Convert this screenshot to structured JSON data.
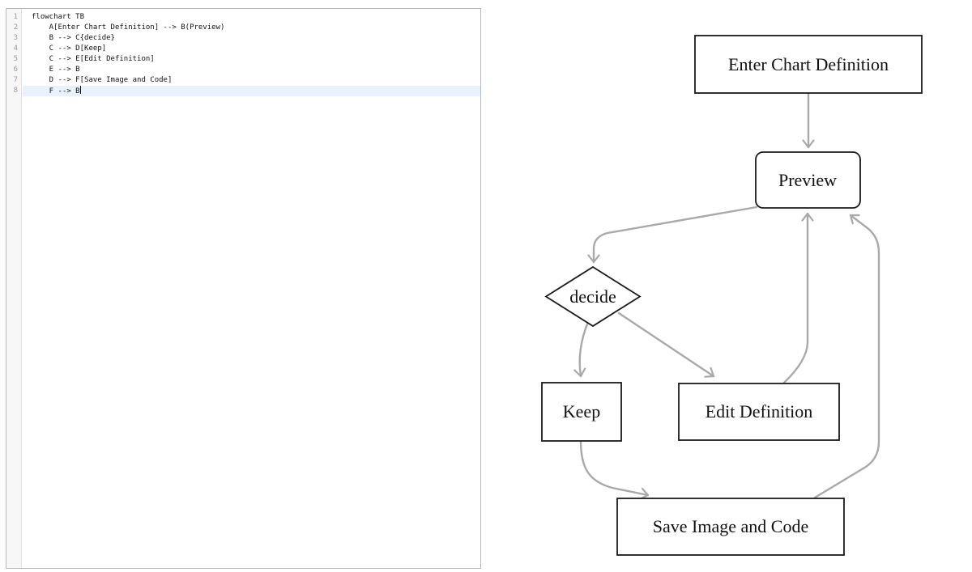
{
  "editor": {
    "lines": [
      {
        "number": 1,
        "code": "flowchart TB"
      },
      {
        "number": 2,
        "code": "    A[Enter Chart Definition] --> B(Preview)"
      },
      {
        "number": 3,
        "code": "    B --> C{decide}"
      },
      {
        "number": 4,
        "code": "    C --> D[Keep]"
      },
      {
        "number": 5,
        "code": "    C --> E[Edit Definition]"
      },
      {
        "number": 6,
        "code": "    E --> B"
      },
      {
        "number": 7,
        "code": "    D --> F[Save Image and Code]"
      },
      {
        "number": 8,
        "code": "    F --> B"
      }
    ],
    "active_line": 8,
    "colors": {
      "active_line_bg": "#e8f2fc",
      "gutter_bg": "#f7f7f7",
      "line_number": "#9b9b9b"
    }
  },
  "diagram": {
    "nodes": [
      {
        "id": "A",
        "label": "Enter Chart Definition",
        "shape": "rect"
      },
      {
        "id": "B",
        "label": "Preview",
        "shape": "rounded-rect"
      },
      {
        "id": "C",
        "label": "decide",
        "shape": "diamond"
      },
      {
        "id": "D",
        "label": "Keep",
        "shape": "rect"
      },
      {
        "id": "E",
        "label": "Edit Definition",
        "shape": "rect"
      },
      {
        "id": "F",
        "label": "Save Image and Code",
        "shape": "rect"
      }
    ],
    "edges": [
      {
        "from": "A",
        "to": "B"
      },
      {
        "from": "B",
        "to": "C"
      },
      {
        "from": "C",
        "to": "D"
      },
      {
        "from": "C",
        "to": "E"
      },
      {
        "from": "E",
        "to": "B"
      },
      {
        "from": "D",
        "to": "F"
      },
      {
        "from": "F",
        "to": "B"
      }
    ],
    "colors": {
      "edge": "#a9a9a9",
      "node_border": "#1a1a1a",
      "node_fill": "#ffffff"
    }
  }
}
